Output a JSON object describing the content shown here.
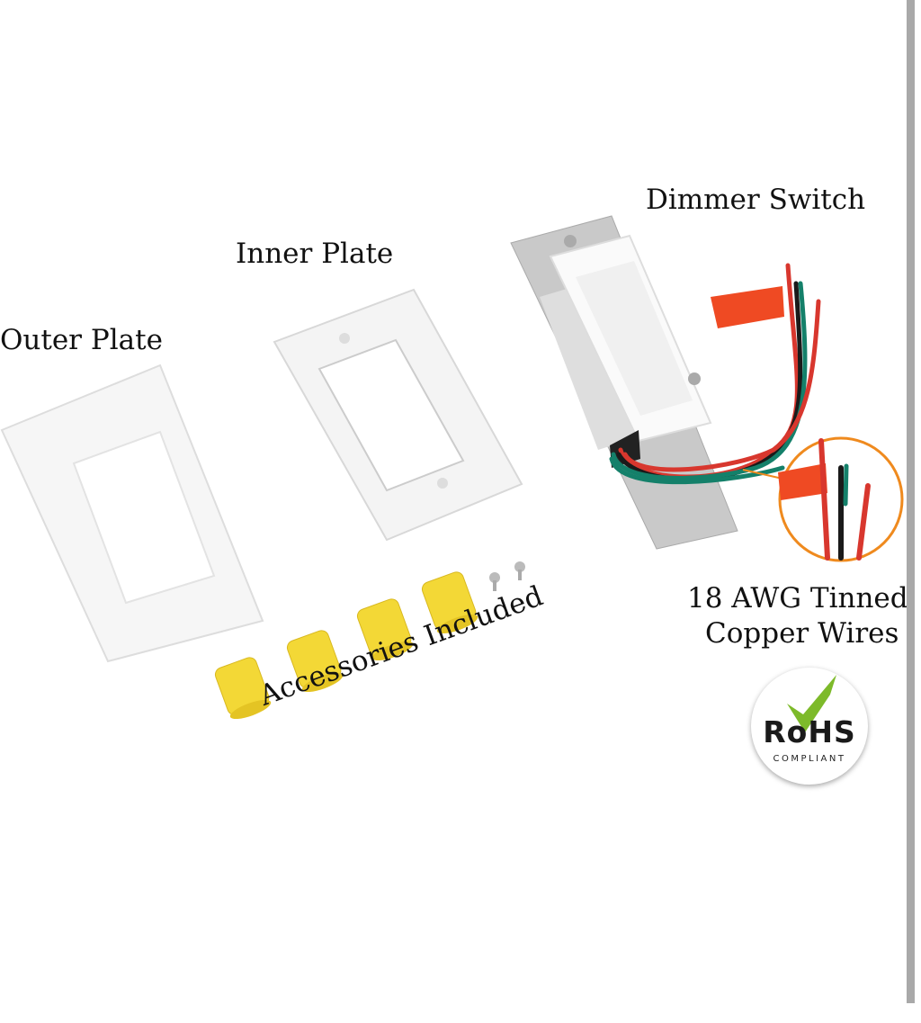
{
  "labels": {
    "dimmer_switch": "Dimmer Switch",
    "inner_plate": "Inner Plate",
    "outer_plate": "Outer Plate",
    "wires_line1": "18 AWG Tinned",
    "wires_line2": "Copper Wires",
    "accessories": "Accessories Included"
  },
  "badge": {
    "title": "RoHS",
    "subtitle": "COMPLIANT",
    "check_color": "#7dba2a"
  },
  "colors": {
    "wire_red": "#d8372e",
    "wire_green": "#14806a",
    "wire_black": "#1a1a1a",
    "tag_orange": "#ef4a23",
    "zoom_circle": "#ef8a1e",
    "wire_nut_yellow": "#f3d836"
  }
}
